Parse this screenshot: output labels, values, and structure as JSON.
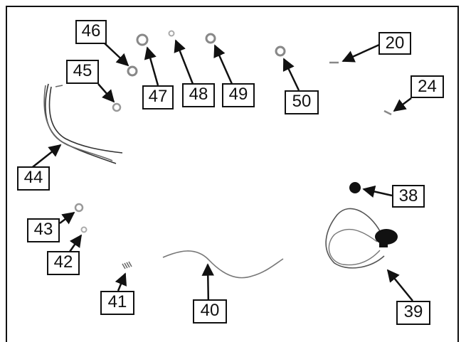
{
  "diagram": {
    "labels": [
      "46",
      "45",
      "47",
      "48",
      "49",
      "50",
      "20",
      "24",
      "44",
      "38",
      "43",
      "42",
      "39",
      "41",
      "40"
    ]
  }
}
